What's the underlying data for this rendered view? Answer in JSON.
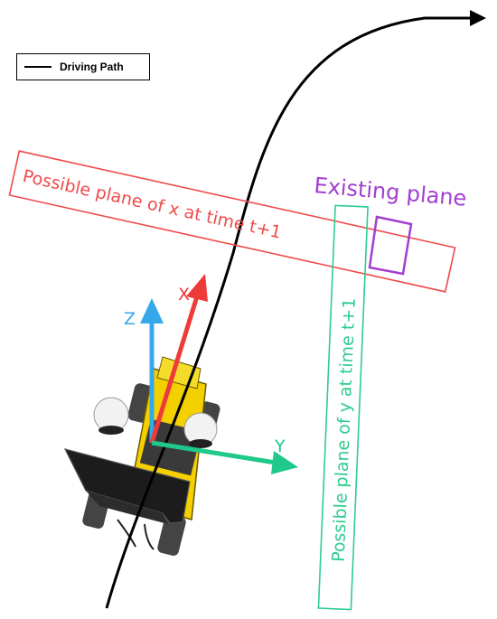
{
  "legend": {
    "driving_path": "Driving Path"
  },
  "labels": {
    "existing_plane": "Existing plane",
    "plane_x": "Possible plane of x at time t+1",
    "plane_y": "Possible plane of y at time t+1",
    "axis_x": "X",
    "axis_y": "Y",
    "axis_z": "Z"
  },
  "colors": {
    "path": "#000000",
    "plane_x": "#ef4a4a",
    "plane_y": "#2ecc8f",
    "existing": "#a23fd0",
    "axis_x": "#ef3a3a",
    "axis_y": "#1ec98a",
    "axis_z": "#34a8e8",
    "robot_yellow": "#f4d000"
  }
}
